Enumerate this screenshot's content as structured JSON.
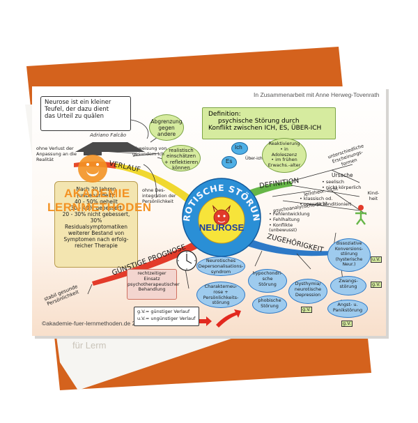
{
  "back_card_text": "für Lerm",
  "credit_top": "In Zusammenarbeit mit Anne Herweg-Tovenrath",
  "credit_bottom": "©akademie-fuer-lernmethoden.de 2020",
  "logo": {
    "line1": "AKADEMIE",
    "line2": "LERNMETHODEN"
  },
  "quote": {
    "text": [
      "Neurose ist ein kleiner",
      "Teufel, der dazu dient",
      "das Urteil zu quälen"
    ],
    "author": "Adriano Falcão"
  },
  "definition": {
    "title": "Definition:",
    "line1": "psychische Störung durch",
    "line2": "Konflikt zwischen  ICH, ES, ÜBER-ICH"
  },
  "center": {
    "ring_text": "NEUROTISCHE STÖRUNGEN",
    "title": "NEUROSE"
  },
  "branches": {
    "verlauf": "VERLAUF",
    "definition": "DEFINITION",
    "prognose": "GÜNSTIGE PROGNOSE",
    "zugehoerigkeit": "ZUGEHÖRIGKEIT"
  },
  "ich_es": {
    "ich": "Ich",
    "es": "Es",
    "ueber_ich": "Über-ich"
  },
  "verlauf": {
    "abgrenzung": [
      "Abgrenzung",
      "gegen",
      "andere"
    ],
    "anpassung": [
      "ohne Verlust der",
      "Anpassung an die",
      "Realität"
    ],
    "abweisung": [
      "Abweisung von",
      "gesundem Ich"
    ],
    "realistisch": [
      "realistisch",
      "einschätzen",
      "+ reflektieren",
      "können"
    ],
    "scroll": [
      "Nach 20 Jahren",
      "(unbehandelt):",
      "40 - 50% geheilt",
      "30 - 40% gebessert",
      "20 - 30% nicht gebessert,",
      "30% Residualsymptomatiken",
      "weiterer Bestand von",
      "Symptomen nach erfolg-",
      "reicher Therapie"
    ],
    "integration": [
      "ohne Des-",
      "integration der",
      "Persönlichkeit"
    ]
  },
  "definition_details": {
    "reaktivierung": [
      "Reaktivierung",
      "• in",
      "Adoleszenz",
      "• im frühen",
      "Erwachs.-alter"
    ],
    "unterschiedliche": [
      "unterschiedliche",
      "Erscheinungs-",
      "formen"
    ],
    "ursache": "Ursache",
    "ursache_items": [
      "• seelisch",
      "• nicht körperlich"
    ],
    "kindheit": [
      "Kind-",
      "heit"
    ],
    "lerntheorie": "lerntheor. Sicht",
    "lerntheorie_items": [
      "• klassisch od.",
      "• operant konditioniert"
    ],
    "psychoanalytisch": "psychoanalytische Sicht",
    "psychoanalytisch_items": [
      "• Fehlentwicklung",
      "• Fehlhaltung",
      "• Konflikte",
      "(unbewusst)"
    ]
  },
  "prognose": {
    "behandlung": [
      "rechtzeitiger",
      "Einsatz",
      "psychotherapeutischer",
      "Behandlung"
    ],
    "persoenlichkeit": [
      "stabil gesunde",
      "Persönlichkeit"
    ],
    "legend_1": "g.V.= günstiger Verlauf",
    "legend_2": "u.V.= ungünstiger Verlauf"
  },
  "zugehoerigkeit": {
    "depersonalisation": [
      "Neurotisches",
      "Depersonalisations-",
      "syndrom"
    ],
    "charakter": [
      "Charakterneu-",
      "rose +",
      "Persönlichkeits-",
      "störung"
    ],
    "hypochondrische": [
      "hypochondri-",
      "sche",
      "Störung"
    ],
    "phobische": [
      "phobische",
      "Störung"
    ],
    "dysthymia": [
      "Dysthymia/",
      "neurotische",
      "Depression"
    ],
    "dissoziative": [
      "dissoziative",
      "Konversions-",
      "störung",
      "(hysterische",
      "Neur.)"
    ],
    "zwang": [
      "Zwangs-",
      "störung"
    ],
    "angst": [
      "Angst- u.",
      "Panikstörung"
    ],
    "uv": "u.V.",
    "gv": "g.V."
  },
  "colors": {
    "brand_orange": "#f39223",
    "card_orange": "#d4621d",
    "wheat": "#f3e5b0",
    "center_blue": "#2a8fd6",
    "yellow": "#f7e43a"
  }
}
